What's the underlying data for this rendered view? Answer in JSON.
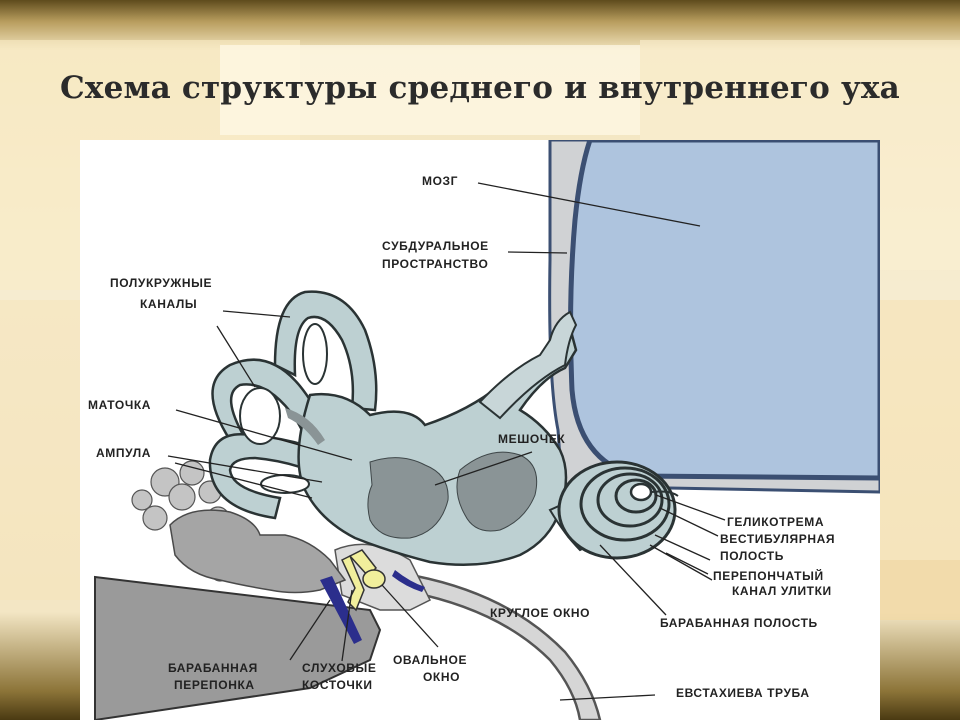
{
  "title": "Схема структуры среднего и внутреннего уха",
  "labels": {
    "brain": "МОЗГ",
    "subdural_1": "СУБДУРАЛЬНОЕ",
    "subdural_2": "ПРОСТРАНСТВО",
    "semicircular_1": "ПОЛУКРУЖНЫЕ",
    "semicircular_2": "КАНАЛЫ",
    "utricle": "МАТОЧКА",
    "ampulla": "АМПУЛА",
    "saccule": "МЕШОЧЕК",
    "helicotrema": "ГЕЛИКОТРЕМА",
    "vestibular_1": "ВЕСТИБУЛЯРНАЯ",
    "vestibular_2": "ПОЛОСТЬ",
    "cochlear_duct_1": "ПЕРЕПОНЧАТЫЙ",
    "cochlear_duct_2": "КАНАЛ УЛИТКИ",
    "round_window": "КРУГЛОЕ ОКНО",
    "tympanic_cavity": "БАРАБАННАЯ ПОЛОСТЬ",
    "eardrum_1": "БАРАБАННАЯ",
    "eardrum_2": "ПЕРЕПОНКА",
    "ossicles_1": "СЛУХОВЫЕ",
    "ossicles_2": "КОСТОЧКИ",
    "oval_window_1": "ОВАЛЬНОЕ",
    "oval_window_2": "ОКНО",
    "eustachian_tube": "ЕВСТАХИЕВА ТРУБА"
  },
  "colors": {
    "brain_fill": "#aec4de",
    "brain_edge": "#3b4f72",
    "labyrinth_fill": "#bdd0d2",
    "labyrinth_edge": "#2a3334",
    "inner_dark": "#8a9496",
    "bone_gray": "#aaaaaa",
    "canal_gray": "#8f8f8f",
    "membrane_blue": "#2b2e8c",
    "stapes_yellow": "#f1ef9c"
  }
}
